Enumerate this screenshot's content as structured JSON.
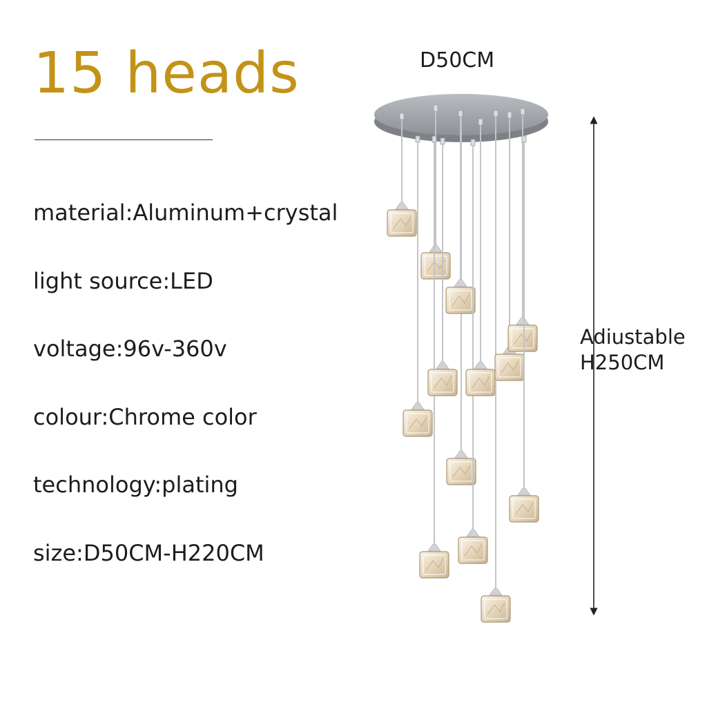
{
  "headline": "15 heads",
  "specs": [
    "material:Aluminum+crystal",
    "light source:LED",
    "voltage:96v-360v",
    "colour:Chrome color",
    "technology:plating",
    "size:D50CM-H220CM"
  ],
  "dimension_labels": {
    "diameter": "D50CM",
    "height_line1": "Adiustable",
    "height_line2": "H250CM"
  },
  "colors": {
    "headline": "#c39318",
    "text": "#1c1c1c",
    "canopy": "#9c9fa4",
    "crystal": "#f1e7d4"
  }
}
